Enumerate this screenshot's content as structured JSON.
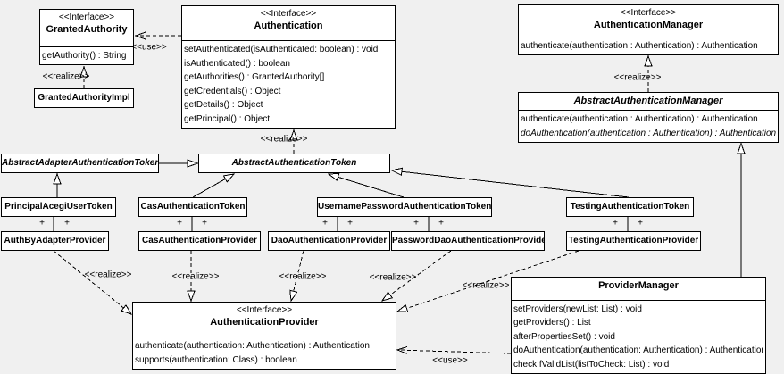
{
  "classes": {
    "granted_authority": {
      "stereotype": "<<Interface>>",
      "name": "GrantedAuthority",
      "methods": [
        "getAuthority() : String"
      ]
    },
    "granted_authority_impl": {
      "name": "GrantedAuthorityImpl"
    },
    "authentication": {
      "stereotype": "<<Interface>>",
      "name": "Authentication",
      "methods": [
        "setAuthenticated(isAuthenticated: boolean) : void",
        "isAuthenticated() : boolean",
        "getAuthorities() : GrantedAuthority[]",
        "getCredentials() : Object",
        "getDetails() : Object",
        "getPrincipal() : Object"
      ]
    },
    "authentication_manager": {
      "stereotype": "<<Interface>>",
      "name": "AuthenticationManager",
      "methods": [
        "authenticate(authentication : Authentication) : Authentication"
      ]
    },
    "abstract_authentication_manager": {
      "name": "AbstractAuthenticationManager",
      "methods": [
        "authenticate(authentication : Authentication) : Authentication",
        "doAuthentication(authentication : Authentication) : Authentication"
      ]
    },
    "abstract_adapter_authentication_token": {
      "name": "AbstractAdapterAuthenticationToken"
    },
    "abstract_authentication_token": {
      "name": "AbstractAuthenticationToken"
    },
    "principal_acegi_user_token": {
      "name": "PrincipalAcegiUserToken"
    },
    "cas_authentication_token": {
      "name": "CasAuthenticationToken"
    },
    "username_password_authentication_token": {
      "name": "UsernamePasswordAuthenticationToken"
    },
    "testing_authentication_token": {
      "name": "TestingAuthenticationToken"
    },
    "auth_by_adapter_provider": {
      "name": "AuthByAdapterProvider"
    },
    "cas_authentication_provider": {
      "name": "CasAuthenticationProvider"
    },
    "dao_authentication_provider": {
      "name": "DaoAuthenticationProvider"
    },
    "password_dao_authentication_provider": {
      "name": "PasswordDaoAuthenticationProvider"
    },
    "testing_authentication_provider": {
      "name": "TestingAuthenticationProvider"
    },
    "authentication_provider": {
      "stereotype": "<<Interface>>",
      "name": "AuthenticationProvider",
      "methods": [
        "authenticate(authentication: Authentication) : Authentication",
        "supports(authentication: Class) : boolean"
      ]
    },
    "provider_manager": {
      "name": "ProviderManager",
      "methods": [
        "setProviders(newList: List) : void",
        "getProviders() : List",
        "afterPropertiesSet() : void",
        "doAuthentication(authentication: Authentication) : Authentication",
        "checkIfValidList(listToCheck: List) : void"
      ]
    }
  },
  "labels": {
    "use": "<<use>>",
    "realize": "<<realize>>",
    "plus": "+"
  }
}
